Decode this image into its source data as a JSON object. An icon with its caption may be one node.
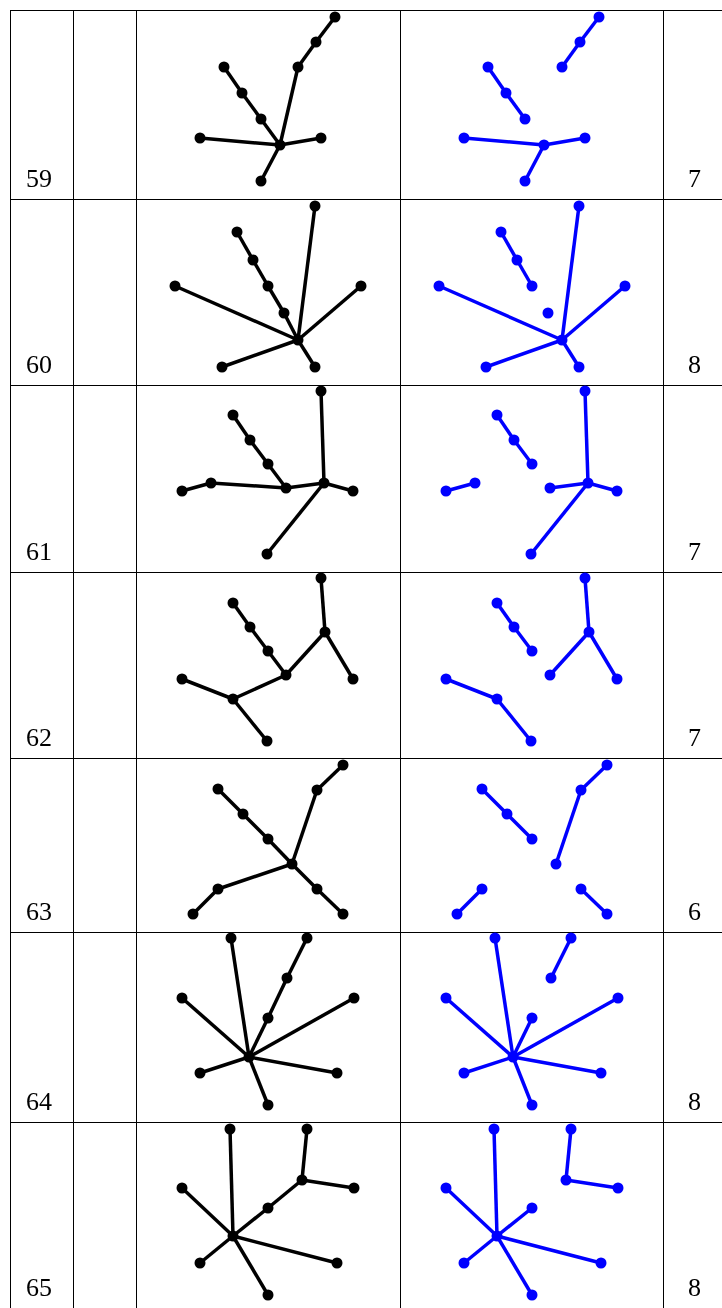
{
  "diagram": {
    "labels": [
      "59",
      "7",
      "60",
      "8",
      "61",
      "7",
      "62",
      "7",
      "63",
      "6",
      "64",
      "8",
      "65",
      "8"
    ]
  }
}
